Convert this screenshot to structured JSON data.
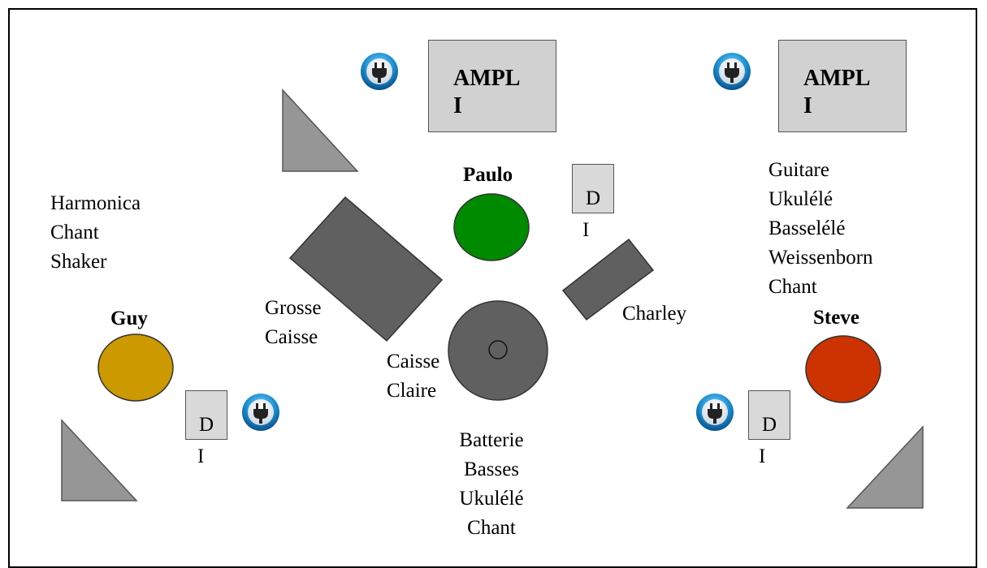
{
  "amps": [
    {
      "line1": "AMPL",
      "line2": "I"
    },
    {
      "line1": "AMPL",
      "line2": "I"
    }
  ],
  "di_boxes": [
    {
      "line1": "D",
      "line2": "I"
    },
    {
      "line1": "D",
      "line2": "I"
    },
    {
      "line1": "D",
      "line2": "I"
    }
  ],
  "musicians": {
    "guy": {
      "name": "Guy",
      "color": "#cc9900",
      "instruments": [
        "Harmonica",
        "Chant",
        "Shaker"
      ]
    },
    "paulo": {
      "name": "Paulo",
      "color": "#008a00",
      "instruments": [
        "Batterie",
        "Basses",
        "Ukulélé",
        "Chant"
      ]
    },
    "steve": {
      "name": "Steve",
      "color": "#cc3300",
      "instruments": [
        "Guitare",
        "Ukulélé",
        "Basselélé",
        "Weissenborn",
        "Chant"
      ]
    }
  },
  "drums": {
    "bass_drum": [
      "Grosse",
      "Caisse"
    ],
    "snare": [
      "Caisse",
      "Claire"
    ],
    "hihat": "Charley"
  },
  "colors": {
    "drum_gray": "#606060",
    "monitor_gray": "#969696",
    "amp_gray": "#d1d1d1",
    "plug_blue": "#1a8fd1"
  },
  "icons": [
    "power-plug-icon",
    "power-plug-icon",
    "power-plug-icon",
    "power-plug-icon"
  ]
}
